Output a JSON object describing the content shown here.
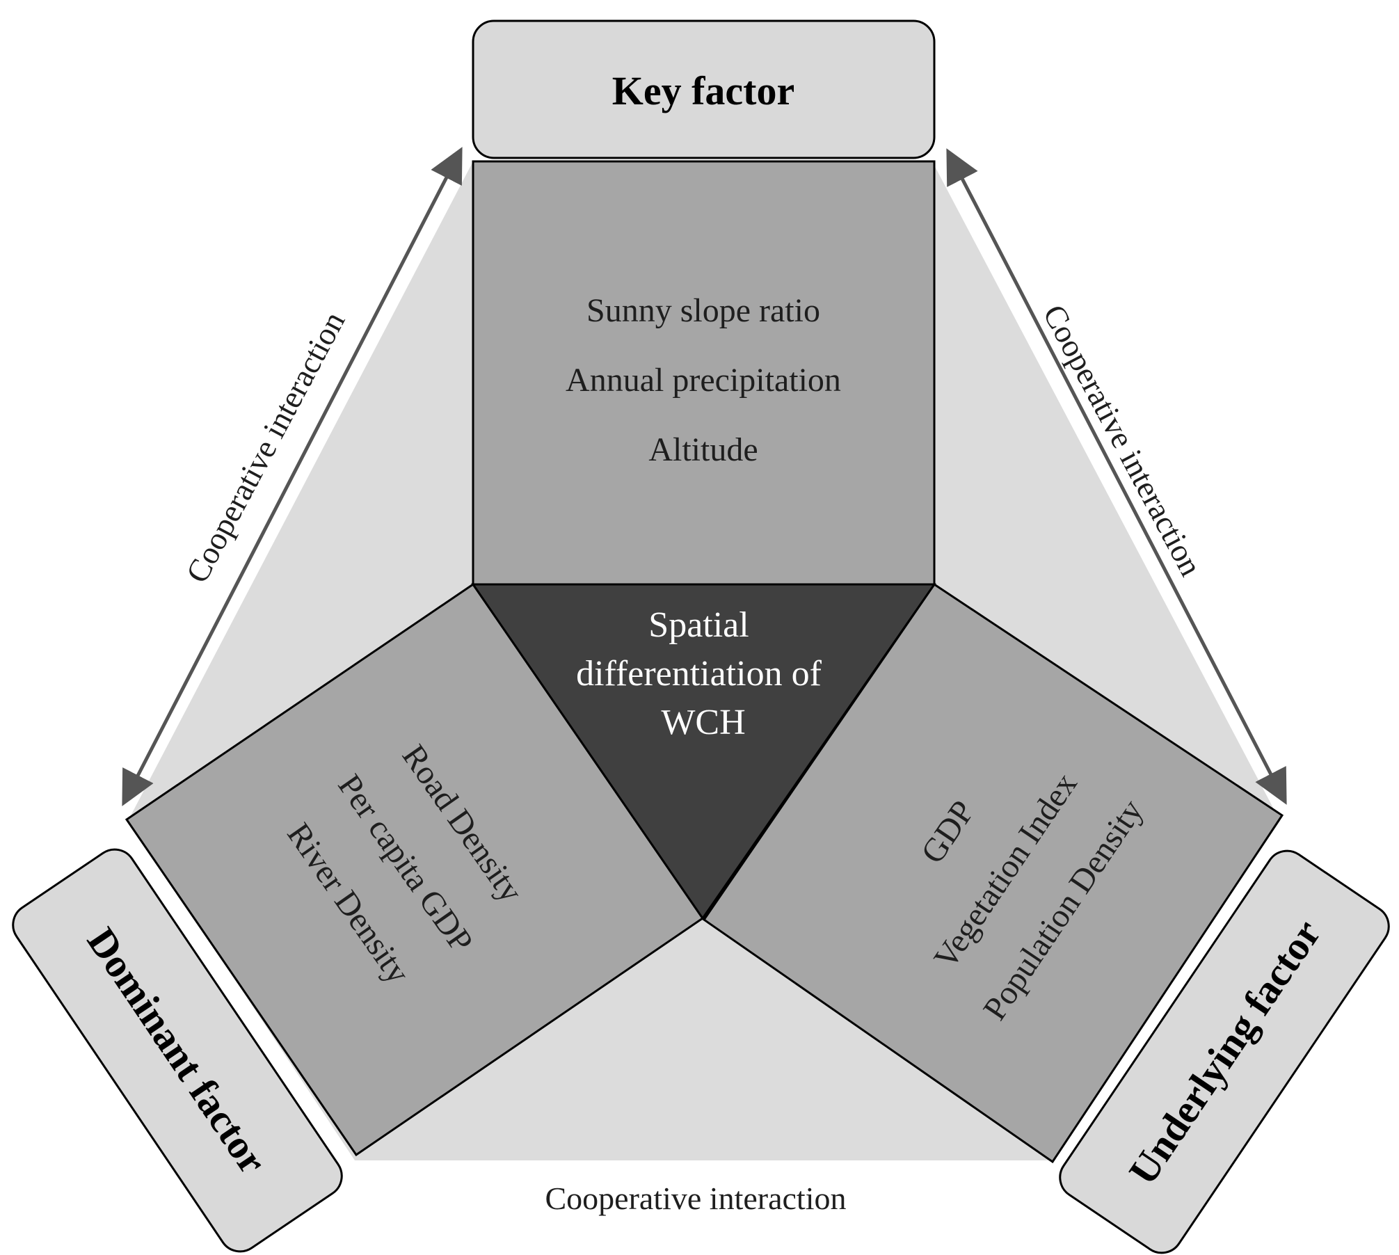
{
  "diagram": {
    "center": {
      "lines": [
        "Spatial",
        "differentiation of",
        "WCH"
      ]
    },
    "key_factor": {
      "title": "Key factor",
      "items": [
        "Sunny slope ratio",
        "Annual precipitation",
        "Altitude"
      ]
    },
    "dominant_factor": {
      "title": "Dominant factor",
      "items": [
        "Road Density",
        "Per capita GDP",
        "River Density"
      ]
    },
    "underlying_factor": {
      "title": "Underlying factor",
      "items": [
        "GDP",
        "Vegetation Index",
        "Population Density"
      ]
    },
    "interaction_label": "Cooperative interaction"
  },
  "colors": {
    "triangle_background": "#dcdcdc",
    "factor_panel": "#a6a6a6",
    "center_triangle": "#404040",
    "title_box": "#d9d9d9",
    "arrow": "#555555",
    "outline": "#000000"
  }
}
